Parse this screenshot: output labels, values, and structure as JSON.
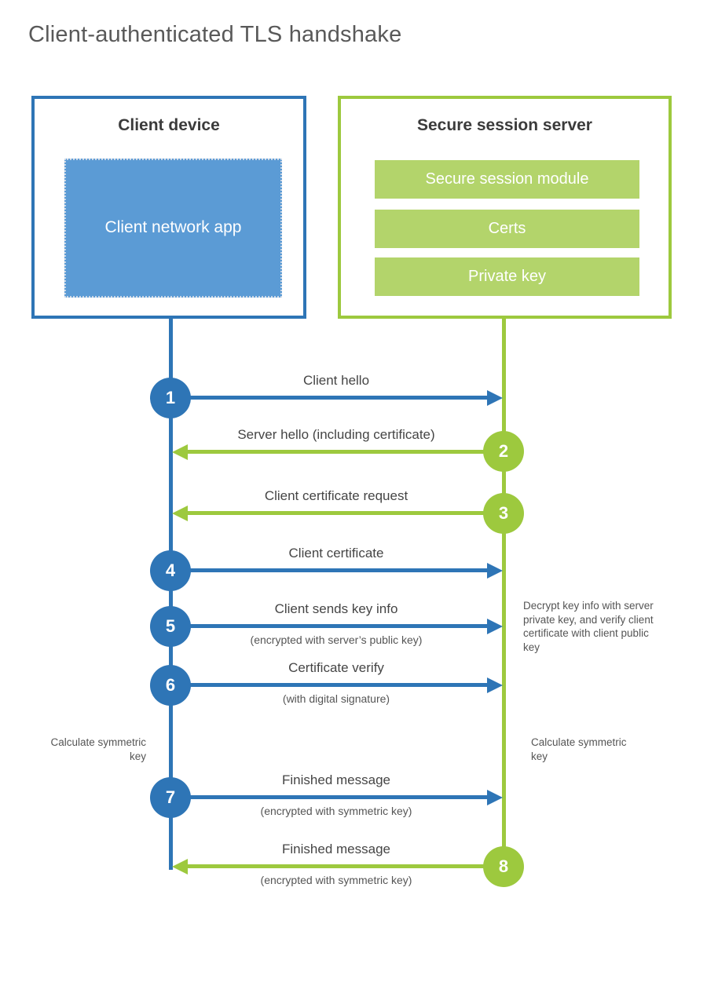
{
  "title": "Client-authenticated TLS handshake",
  "client": {
    "title": "Client device",
    "app_label": "Client network app"
  },
  "server": {
    "title": "Secure session server",
    "modules": [
      "Secure session module",
      "Certs",
      "Private key"
    ]
  },
  "steps": [
    {
      "num": "1",
      "label": "Client hello",
      "sub": "",
      "from": "client",
      "to": "server"
    },
    {
      "num": "2",
      "label": "Server hello (including certificate)",
      "sub": "",
      "from": "server",
      "to": "client"
    },
    {
      "num": "3",
      "label": "Client certificate request",
      "sub": "",
      "from": "server",
      "to": "client"
    },
    {
      "num": "4",
      "label": "Client certificate",
      "sub": "",
      "from": "client",
      "to": "server"
    },
    {
      "num": "5",
      "label": "Client sends key info",
      "sub": "(encrypted with server’s public key)",
      "from": "client",
      "to": "server"
    },
    {
      "num": "6",
      "label": "Certificate verify",
      "sub": "(with digital signature)",
      "from": "client",
      "to": "server"
    },
    {
      "num": "7",
      "label": "Finished message",
      "sub": "(encrypted with symmetric key)",
      "from": "client",
      "to": "server"
    },
    {
      "num": "8",
      "label": "Finished message",
      "sub": "(encrypted with symmetric key)",
      "from": "server",
      "to": "client"
    }
  ],
  "annotations": {
    "server_note": "Decrypt key info with server private key, and verify client certificate with client public key",
    "client_calc": "Calculate symmetric key",
    "server_calc": "Calculate symmetric key"
  },
  "colors": {
    "blue_accent": "#2e75b6",
    "blue_fill": "#5b9bd5",
    "green_accent": "#9dc93e",
    "green_bar": "#b3d46b",
    "title_color": "#595959"
  }
}
